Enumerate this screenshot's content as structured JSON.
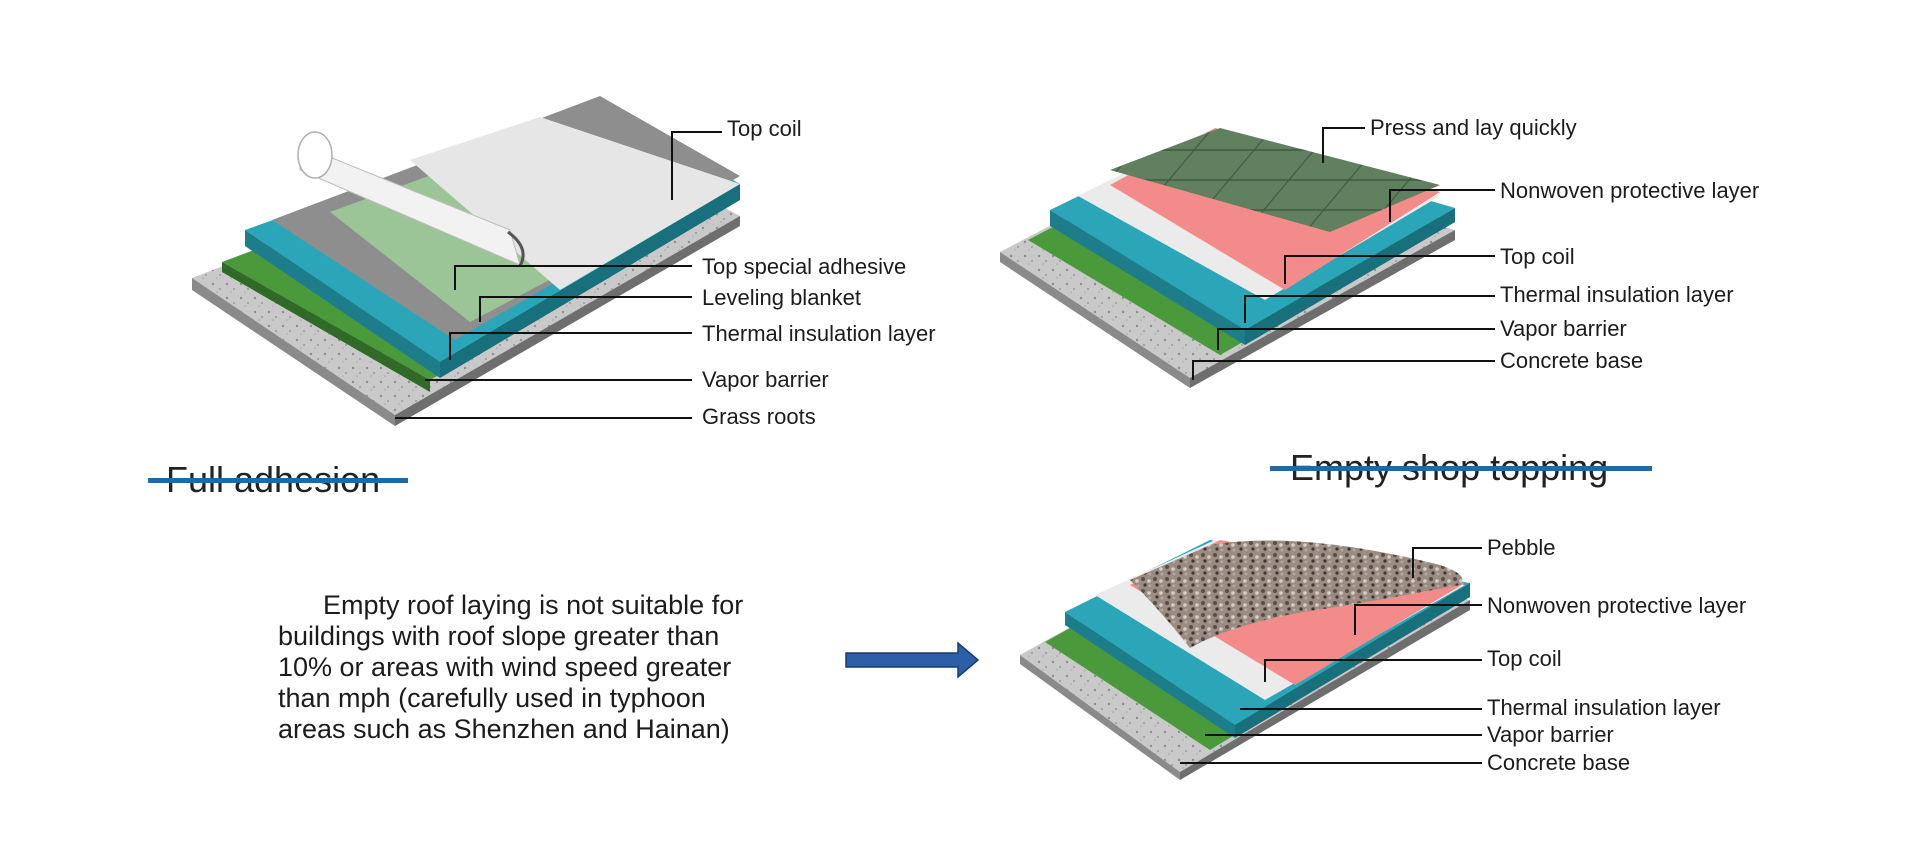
{
  "diagram1": {
    "title": "Full adhesion",
    "labels": [
      "Top coil",
      "Top special adhesive",
      "Leveling blanket",
      "Thermal insulation layer",
      "Vapor barrier",
      "Grass roots"
    ]
  },
  "diagram2": {
    "title": "Empty shop topping",
    "labels": [
      "Press and lay quickly",
      "Nonwoven protective layer",
      "Top coil",
      "Thermal insulation layer",
      "Vapor barrier",
      "Concrete base"
    ]
  },
  "diagram3": {
    "labels": [
      "Pebble",
      "Nonwoven protective layer",
      "Top coil",
      "Thermal insulation layer",
      "Vapor barrier",
      "Concrete base"
    ]
  },
  "note": {
    "lines": [
      "Empty roof laying is not suitable for",
      "buildings with roof slope greater than",
      "10% or areas with wind speed greater",
      "than mph (carefully used in typhoon",
      "areas such as Shenzhen and Hainan)"
    ]
  },
  "colors": {
    "concrete": "#bdbdbd",
    "vapor_barrier": "#4a9a3c",
    "insulation": "#2aa6b8",
    "top_coil": "#e4e4e4",
    "nonwoven": "#f48b8b",
    "tiles": "#5f7f5e",
    "pebble": "#8f8278",
    "strike": "#1f6aa5",
    "arrow": "#2c5fa8"
  }
}
